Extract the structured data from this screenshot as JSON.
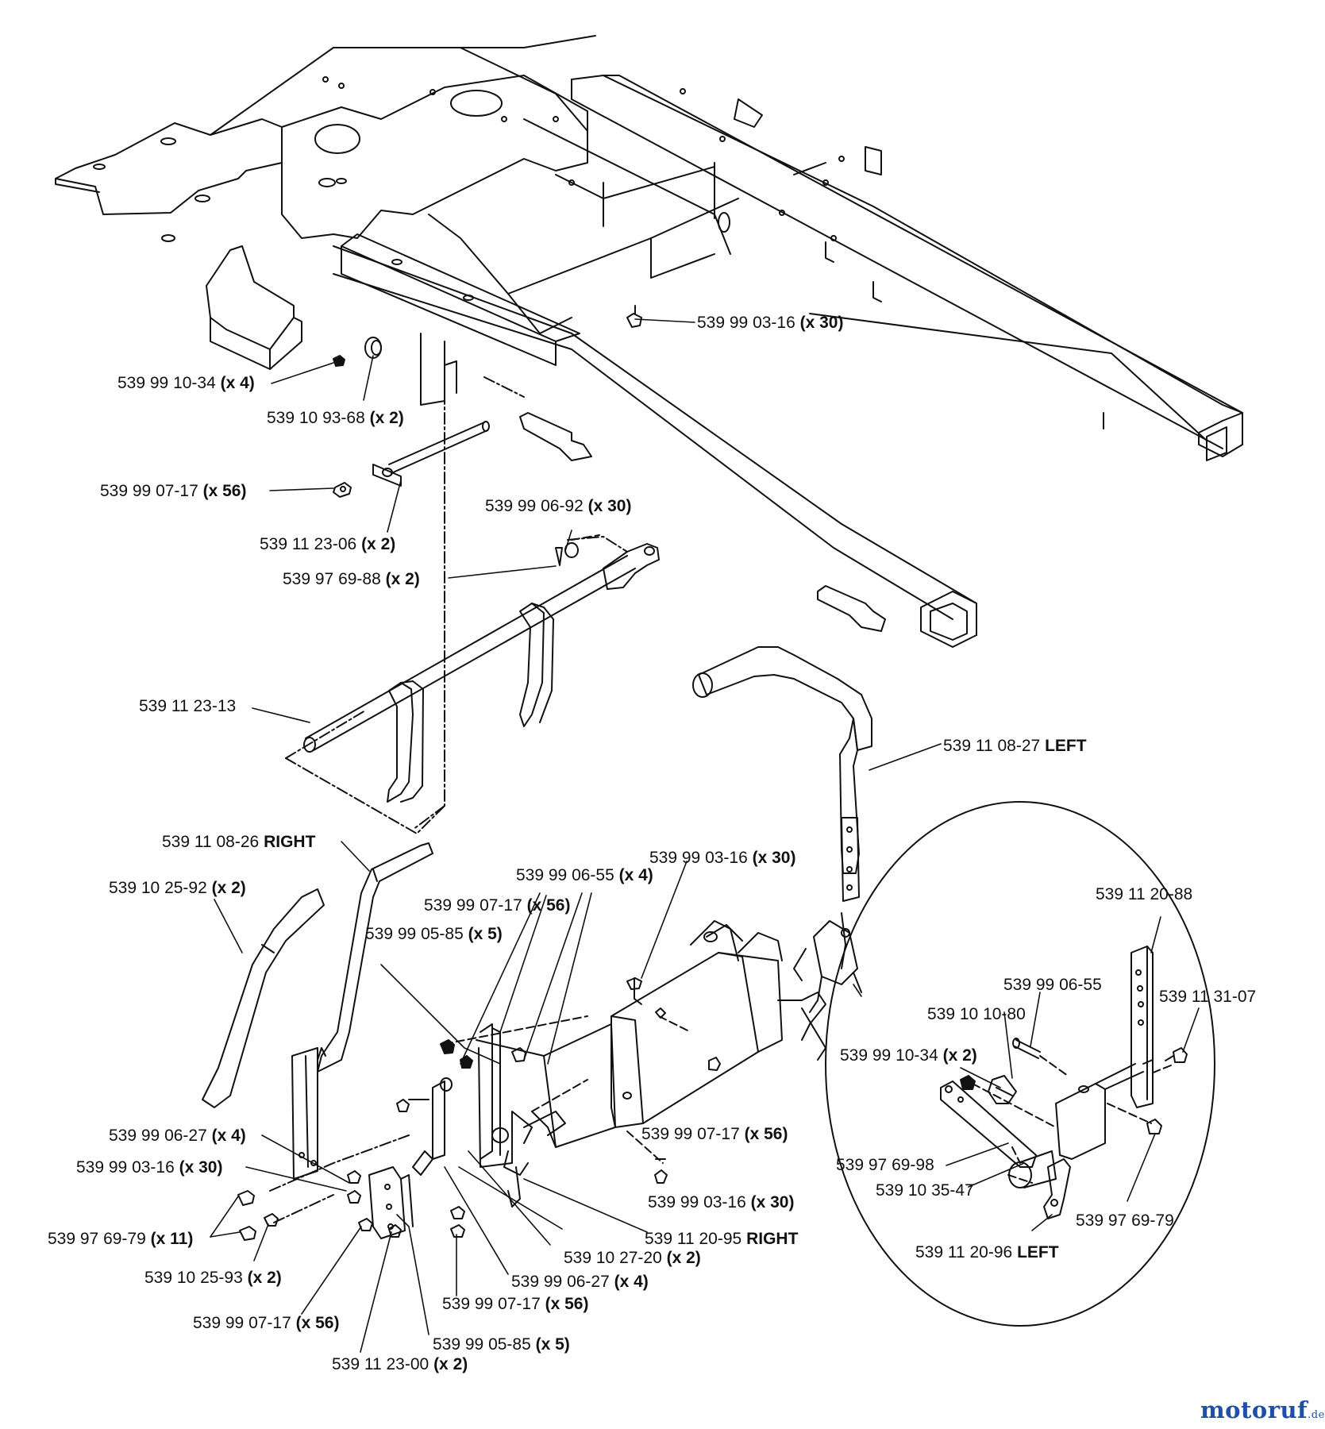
{
  "labels": [
    {
      "part": "539 99 03-16",
      "note": "(x 30)"
    },
    {
      "part": "539 99 10-34",
      "note": "(x 4)"
    },
    {
      "part": "539 10 93-68",
      "note": "(x 2)"
    },
    {
      "part": "539 99 07-17",
      "note": "(x 56)"
    },
    {
      "part": "539 99 06-92",
      "note": "(x 30)"
    },
    {
      "part": "539 11 23-06",
      "note": "(x 2)"
    },
    {
      "part": "539 97 69-88",
      "note": "(x 2)"
    },
    {
      "part": "539 11 23-13",
      "note": ""
    },
    {
      "part": "539 11 08-27",
      "note": "LEFT"
    },
    {
      "part": "539 11 08-26",
      "note": "RIGHT"
    },
    {
      "part": "539 99 03-16",
      "note": "(x 30)"
    },
    {
      "part": "539 99 06-55",
      "note": "(x 4)"
    },
    {
      "part": "539 10 25-92",
      "note": "(x 2)"
    },
    {
      "part": "539 99 07-17",
      "note": "(x 56)"
    },
    {
      "part": "539 11 20-88",
      "note": ""
    },
    {
      "part": "539 99 05-85",
      "note": "(x 5)"
    },
    {
      "part": "539 99 06-55",
      "note": ""
    },
    {
      "part": "539 10 10-80",
      "note": ""
    },
    {
      "part": "539 11 31-07",
      "note": ""
    },
    {
      "part": "539 99 10-34",
      "note": "(x 2)"
    },
    {
      "part": "539 99 06-27",
      "note": "(x 4)"
    },
    {
      "part": "539 99 07-17",
      "note": "(x 56)"
    },
    {
      "part": "539 99 03-16",
      "note": "(x 30)"
    },
    {
      "part": "539 97 69-98",
      "note": ""
    },
    {
      "part": "539 10 35-47",
      "note": ""
    },
    {
      "part": "539 99 03-16",
      "note": "(x 30)"
    },
    {
      "part": "539 97 69-79",
      "note": ""
    },
    {
      "part": "539 11 20-95",
      "note": "RIGHT"
    },
    {
      "part": "539 97 69-79",
      "note": "(x 11)"
    },
    {
      "part": "539 10 27-20",
      "note": "(x 2)"
    },
    {
      "part": "539 11 20-96",
      "note": "LEFT"
    },
    {
      "part": "539 10 25-93",
      "note": "(x 2)"
    },
    {
      "part": "539 99 06-27",
      "note": "(x 4)"
    },
    {
      "part": "539 99 07-17",
      "note": "(x 56)"
    },
    {
      "part": "539 99 07-17",
      "note": "(x 56)"
    },
    {
      "part": "539 99 05-85",
      "note": "(x 5)"
    },
    {
      "part": "539 11 23-00",
      "note": "(x 2)"
    }
  ],
  "watermark": {
    "name": "motoruf",
    "tld": ".de"
  },
  "colors": {
    "line": "#111111",
    "background": "#ffffff",
    "watermark": "#1f4fa8"
  }
}
